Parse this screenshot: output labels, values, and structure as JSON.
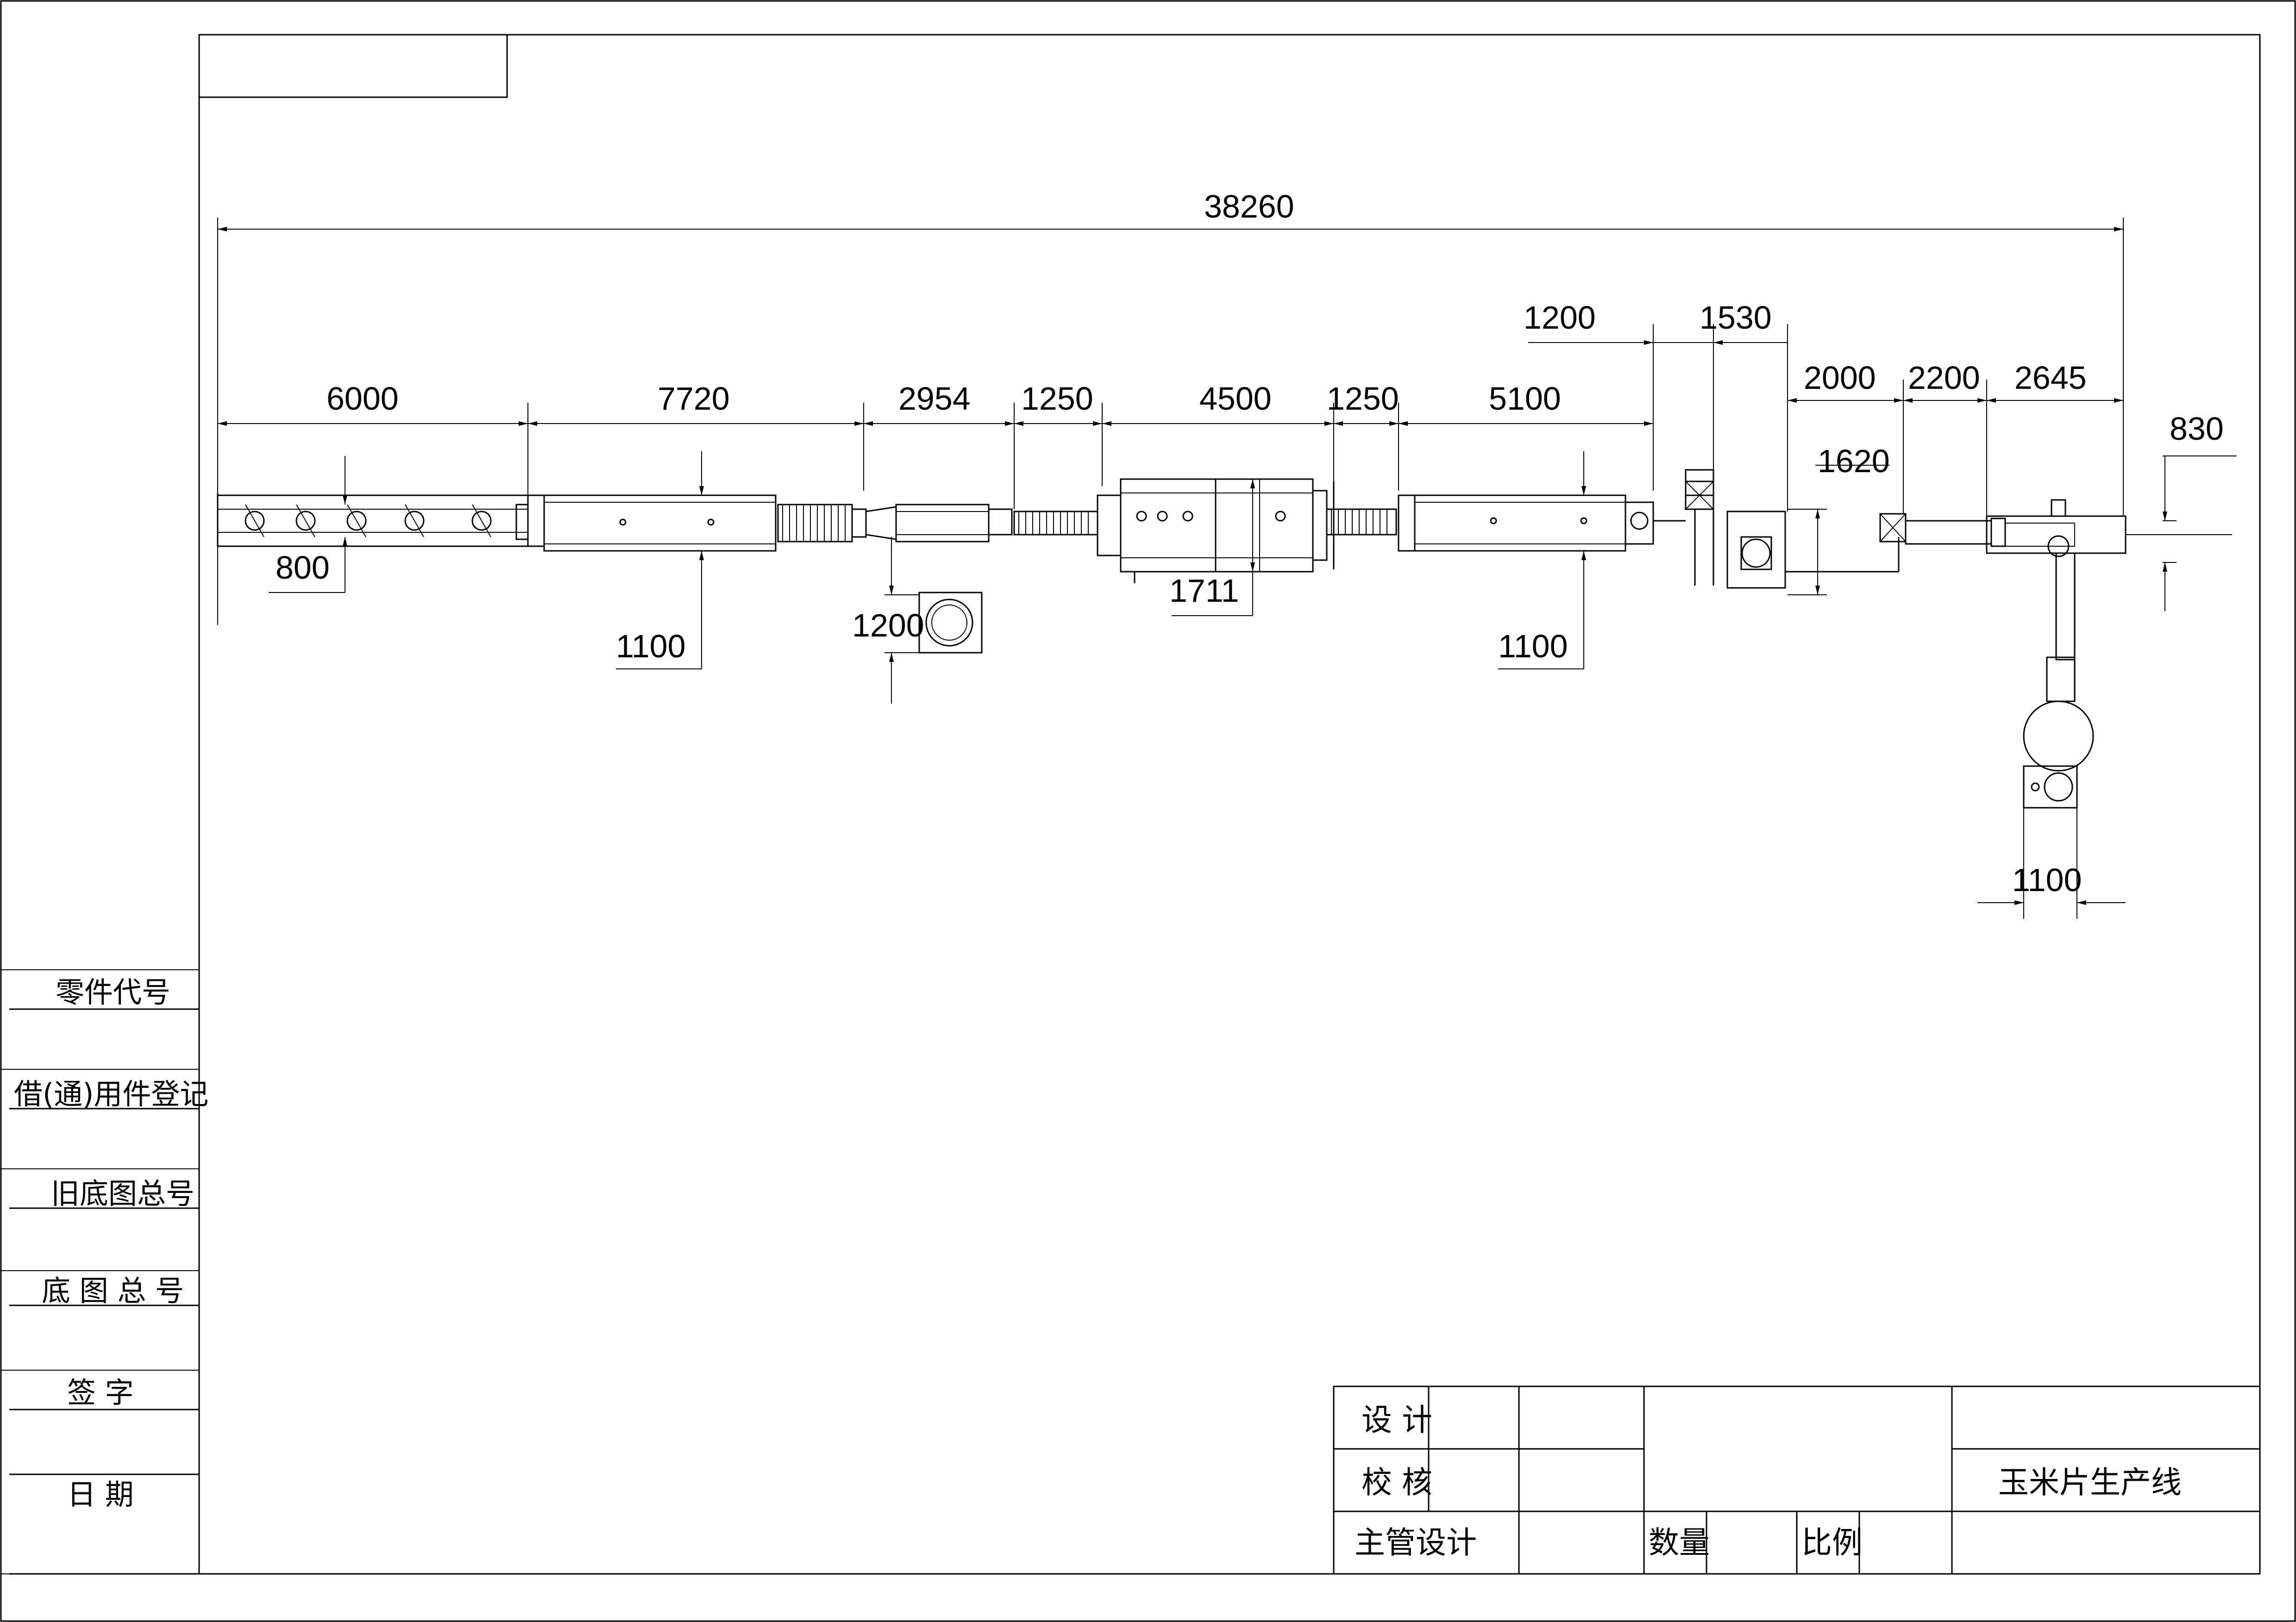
{
  "dimensions": {
    "total": "38260",
    "d6000": "6000",
    "d7720": "7720",
    "d2954": "2954",
    "d1250a": "1250",
    "d4500": "4500",
    "d1250b": "1250",
    "d5100": "5100",
    "d1200top": "1200",
    "d1530": "1530",
    "d2000": "2000",
    "d2200": "2200",
    "d2645": "2645",
    "d830": "830",
    "d1620": "1620",
    "d800": "800",
    "d1100a": "1100",
    "d1200": "1200",
    "d1711": "1711",
    "d1100b": "1100",
    "d1100c": "1100"
  },
  "left_panel": {
    "items": [
      "零件代号",
      "借(通)用件登记",
      "旧底图总号",
      "底 图 总 号",
      "签   字",
      "日   期"
    ]
  },
  "title_block": {
    "design": "设 计",
    "check": "校 核",
    "chief": "主管设计",
    "quantity": "数量",
    "scale": "比例",
    "product": "玉米片生产线"
  }
}
